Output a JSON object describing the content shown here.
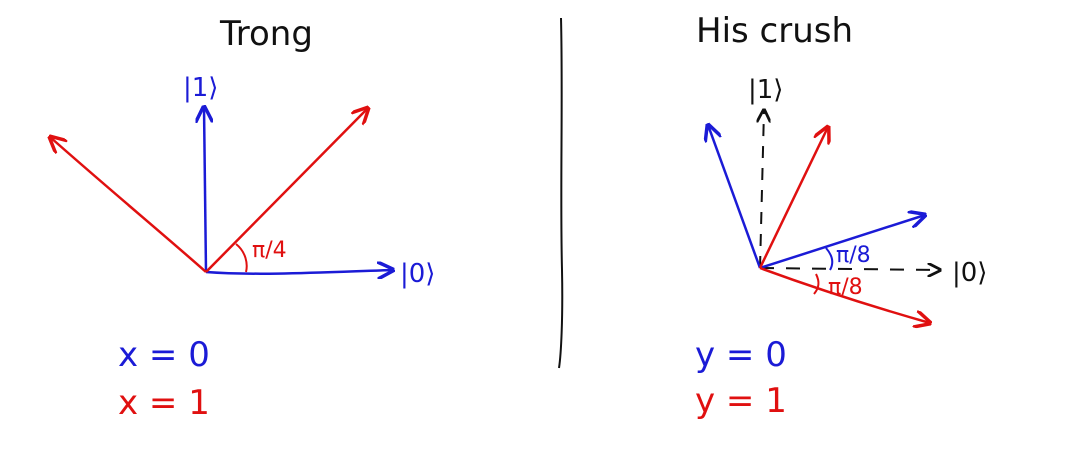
{
  "colors": {
    "ink": "#111111",
    "blue": "#1b1bd6",
    "red": "#e01010"
  },
  "left": {
    "title": "Trong",
    "ket_one": "|1⟩",
    "ket_zero": "|0⟩",
    "angle_label": "π/4",
    "eq_x0": "x = 0",
    "eq_x1": "x = 1"
  },
  "right": {
    "title": "His crush",
    "ket_one": "|1⟩",
    "ket_zero": "|0⟩",
    "angle_blue": "π/8",
    "angle_red": "π/8",
    "eq_y0": "y = 0",
    "eq_y1": "y = 1"
  }
}
